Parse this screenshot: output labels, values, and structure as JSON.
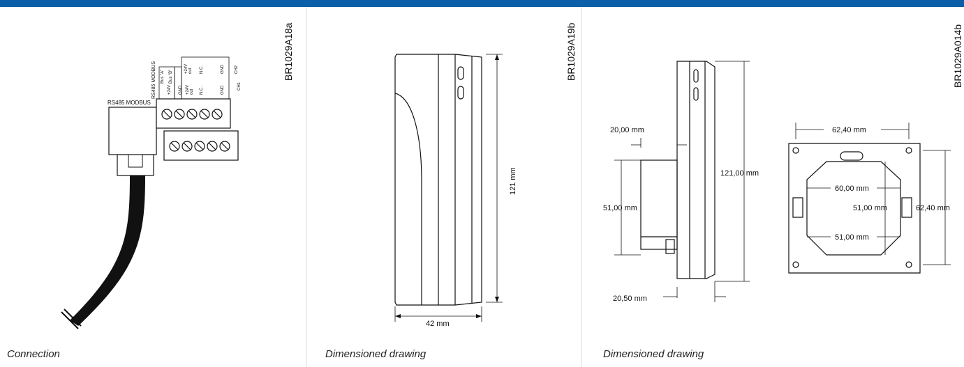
{
  "colors": {
    "topbar": "#0a5fa8",
    "divider": "#d8d8d8",
    "line": "#111111"
  },
  "panels": [
    {
      "caption": "Connection",
      "code": "BR1029A18a",
      "labels": {
        "rs485_top": "RS485 MODBUS",
        "bus_a": "Bus \"A\"",
        "bus_b": "Bus \"B\"",
        "ch2_24v": "+24V",
        "ch2_out": "out",
        "ch2_nc": "N.C.",
        "ch2_gnd": "GND",
        "ch2": "CH2",
        "ch1_24v_a": "+24V",
        "ch1_gnd_a": "GND",
        "ch1_24v_b": "+24V",
        "ch1_out": "out",
        "ch1_nc": "N.C.",
        "ch1_gnd_b": "GND",
        "ch1": "CH1",
        "rs485_connector": "RS485 MODBUS"
      }
    },
    {
      "caption": "Dimensioned drawing",
      "code": "BR1029A19b",
      "dims": {
        "height": "121 mm",
        "width": "42 mm"
      }
    },
    {
      "caption": "Dimensioned drawing",
      "code": "BR1029A014b",
      "dims": {
        "depth_top": "20,00 mm",
        "depth_bottom": "20,50 mm",
        "height": "121,00 mm",
        "body": "51,00 mm",
        "plate_width": "62,40 mm",
        "plate_height": "62,40 mm",
        "inner_width": "60,00 mm",
        "inner_height": "51,00 mm",
        "inner_bottom": "51,00 mm"
      }
    }
  ]
}
